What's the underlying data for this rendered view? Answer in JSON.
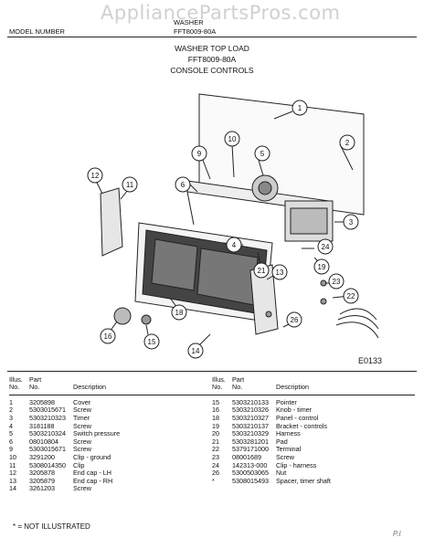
{
  "header": {
    "watermark": "AppliancePartsPros.com",
    "left_text": "MODEL NUMBER",
    "model_label": "WASHER",
    "model_number": "FFT8009-80A"
  },
  "diagram": {
    "title_line1": "WASHER TOP LOAD",
    "title_line2": "FFT8009-80A",
    "title_line3": "CONSOLE CONTROLS",
    "code": "E0133",
    "callouts": [
      "1",
      "2",
      "3",
      "4",
      "5",
      "6",
      "9",
      "10",
      "11",
      "12",
      "13",
      "14",
      "15",
      "16",
      "18",
      "19",
      "21",
      "22",
      "23",
      "24",
      "26"
    ]
  },
  "table": {
    "headers": {
      "illus": "Illus.\nNo.",
      "part": "Part\nNo.",
      "description": "Description"
    },
    "left": [
      {
        "illus": "1",
        "part": "3205898",
        "desc": "Cover"
      },
      {
        "illus": "2",
        "part": "5303015671",
        "desc": "Screw"
      },
      {
        "illus": "3",
        "part": "5303210323",
        "desc": "Timer"
      },
      {
        "illus": "4",
        "part": "3181188",
        "desc": "Screw"
      },
      {
        "illus": "5",
        "part": "5303210324",
        "desc": "Switch pressure"
      },
      {
        "illus": "6",
        "part": "08010804",
        "desc": "Screw"
      },
      {
        "illus": "9",
        "part": "5303015671",
        "desc": "Screw"
      },
      {
        "illus": "10",
        "part": "3291200",
        "desc": "Clip - ground"
      },
      {
        "illus": "11",
        "part": "5308014350",
        "desc": "Clip"
      },
      {
        "illus": "12",
        "part": "3205878",
        "desc": "End cap - LH"
      },
      {
        "illus": "13",
        "part": "3205879",
        "desc": "End cap - RH"
      },
      {
        "illus": "14",
        "part": "3261203",
        "desc": "Screw"
      }
    ],
    "right": [
      {
        "illus": "15",
        "part": "5303210133",
        "desc": "Pointer"
      },
      {
        "illus": "16",
        "part": "5303210326",
        "desc": "Knob - timer"
      },
      {
        "illus": "18",
        "part": "5303210327",
        "desc": "Panel - control"
      },
      {
        "illus": "19",
        "part": "5303210137",
        "desc": "Bracket - controls"
      },
      {
        "illus": "20",
        "part": "5303210329",
        "desc": "Harness"
      },
      {
        "illus": "21",
        "part": "5303281201",
        "desc": "Pad"
      },
      {
        "illus": "22",
        "part": "5379171000",
        "desc": "Terminal"
      },
      {
        "illus": "23",
        "part": "08001689",
        "desc": "Screw"
      },
      {
        "illus": "24",
        "part": "142313-000",
        "desc": "Clip - harness"
      },
      {
        "illus": "26",
        "part": "5300503065",
        "desc": "Nut"
      },
      {
        "illus": "*",
        "part": "5308015493",
        "desc": "Spacer, timer shaft"
      }
    ]
  },
  "footnote": "* = NOT ILLUSTRATED",
  "page_mark": "P.I"
}
